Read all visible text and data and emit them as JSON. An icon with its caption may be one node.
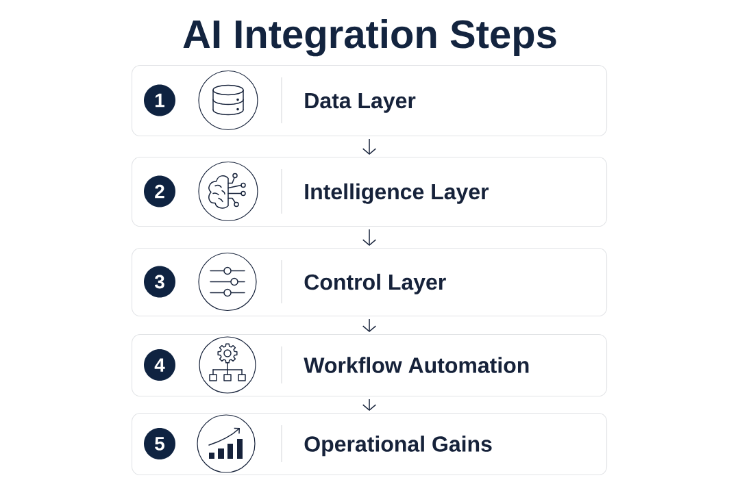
{
  "diagram": {
    "title": "AI Integration Steps",
    "nodes": [
      {
        "text": [
          "Data Layer"
        ]
      },
      {
        "text": [
          "1"
        ],
        "in": 0
      },
      {
        "text": [
          "Intelligence Layer"
        ]
      },
      {
        "text": [
          "2"
        ],
        "in": 2
      },
      {
        "text": [
          "Control Layer"
        ]
      },
      {
        "text": [
          "3"
        ],
        "in": 4
      },
      {
        "text": [
          "Workflow Automation"
        ]
      },
      {
        "text": [
          "4"
        ],
        "in": 6
      },
      {
        "text": [
          "Operational Gains"
        ]
      },
      {
        "text": [
          "5"
        ],
        "in": 8
      }
    ],
    "edges": [
      {
        "from": 0,
        "to": 2,
        "arrow": "to"
      },
      {
        "from": 2,
        "to": 4,
        "arrow": "to"
      },
      {
        "from": 4,
        "to": 6,
        "arrow": "to"
      },
      {
        "from": 6,
        "to": 8,
        "arrow": "to"
      }
    ]
  }
}
